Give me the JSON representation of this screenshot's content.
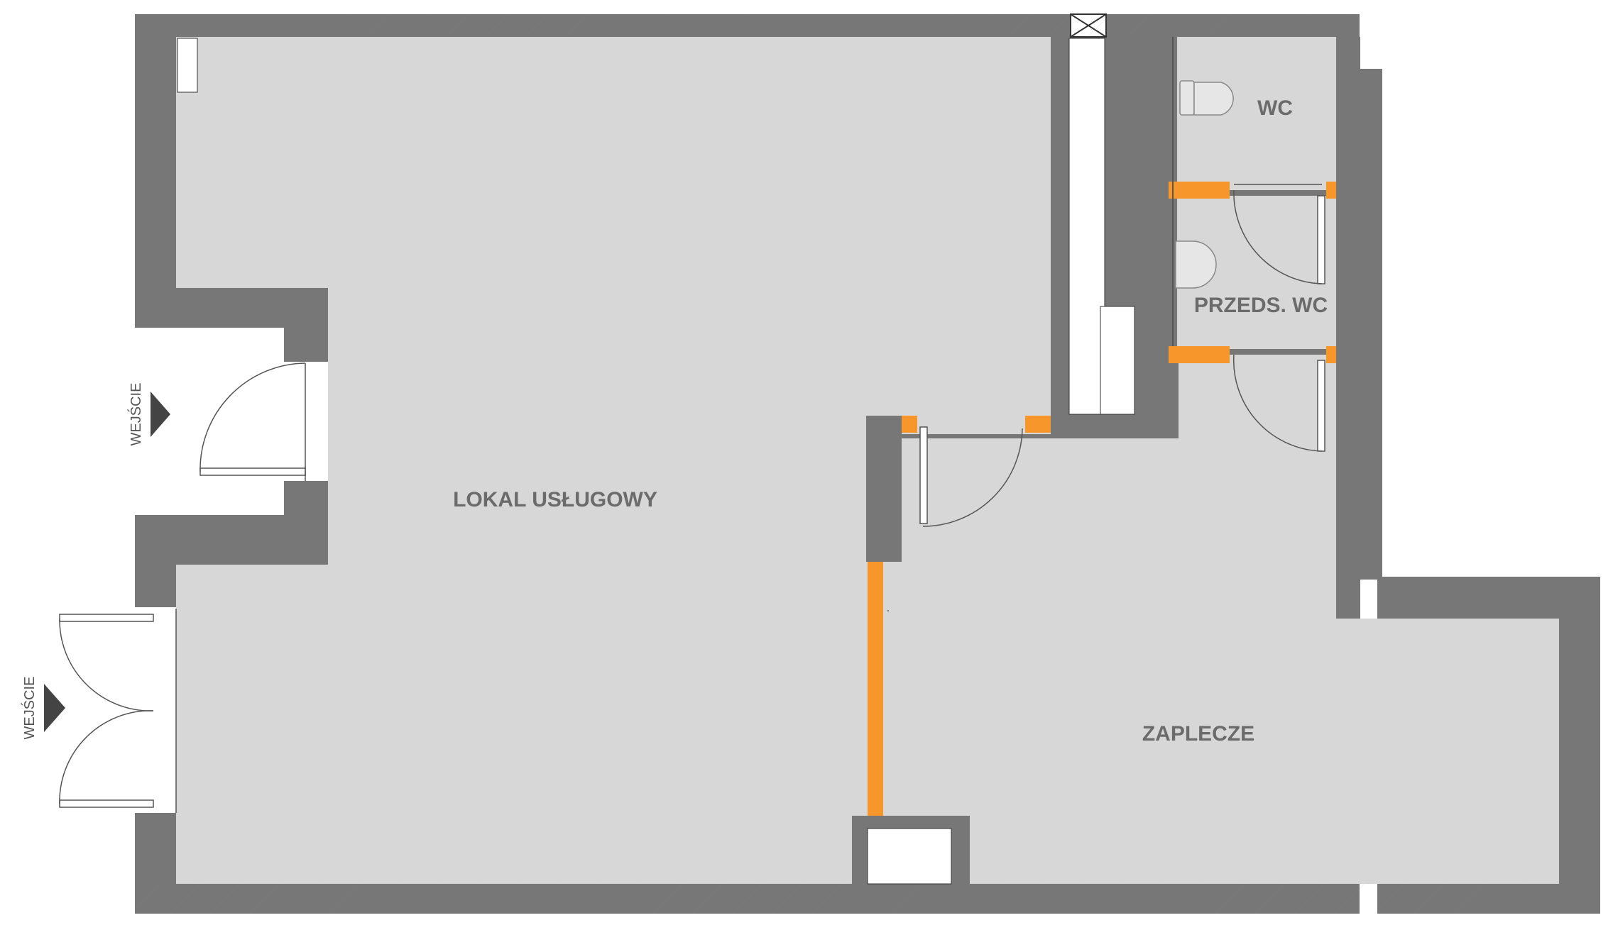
{
  "rooms": {
    "main": "LOKAL USŁUGOWY",
    "back": "ZAPLECZE",
    "wc": "WC",
    "wc_lobby": "PRZEDS. WC"
  },
  "entrances": {
    "upper": "WEJŚCIE",
    "lower": "WEJŚCIE"
  },
  "colors": {
    "wall": "#777777",
    "floor": "#d7d7d7",
    "partition": "#f7962b",
    "background": "#ffffff"
  }
}
